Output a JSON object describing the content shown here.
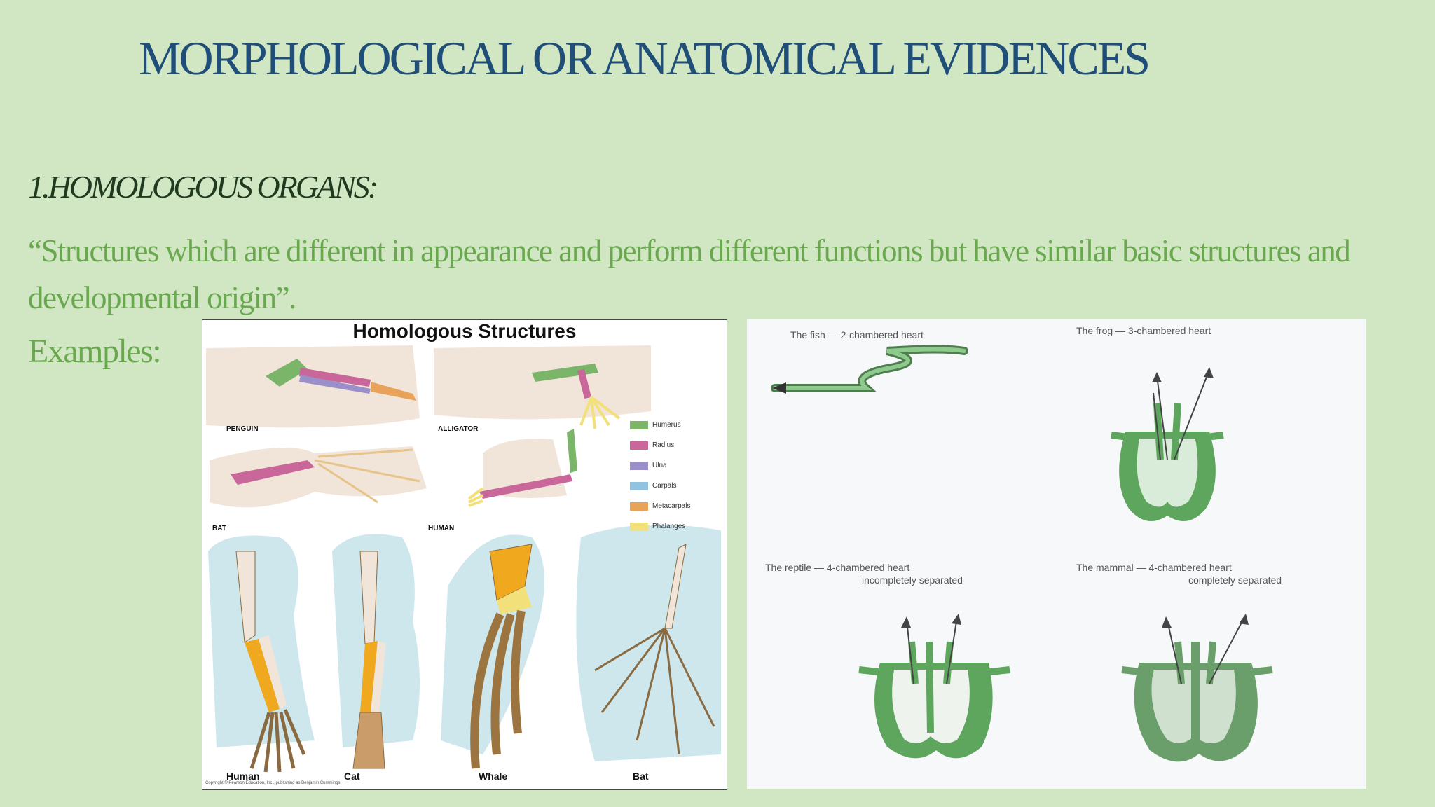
{
  "slide": {
    "title": "MORPHOLOGICAL OR ANATOMICAL EVIDENCES",
    "heading": "1.HOMOLOGOUS ORGANS:",
    "definition": "“Structures which are different in appearance and perform different functions but have similar basic structures and developmental origin”.",
    "examples_label": "Examples:"
  },
  "homologous_figure": {
    "title": "Homologous Structures",
    "top_labels": [
      "PENGUIN",
      "ALLIGATOR",
      "BAT",
      "HUMAN"
    ],
    "key": [
      {
        "label": "Humerus",
        "color": "#7ab56a"
      },
      {
        "label": "Radius",
        "color": "#c9679a"
      },
      {
        "label": "Ulna",
        "color": "#9a8fc8"
      },
      {
        "label": "Carpals",
        "color": "#8fc3e0"
      },
      {
        "label": "Metacarpals",
        "color": "#e8a25a"
      },
      {
        "label": "Phalanges",
        "color": "#f2e07a"
      }
    ],
    "bottom_labels": [
      "Human",
      "Cat",
      "Whale",
      "Bat"
    ],
    "copyright": "Copyright © Pearson Education, Inc., publishing as Benjamin Cummings."
  },
  "heart_figure": {
    "fish": "The fish — 2-chambered heart",
    "frog": "The frog — 3-chambered heart",
    "reptile_1": "The reptile — 4-chambered heart",
    "reptile_2": "incompletely separated",
    "mammal_1": "The mammal — 4-chambered heart",
    "mammal_2": "completely separated"
  }
}
